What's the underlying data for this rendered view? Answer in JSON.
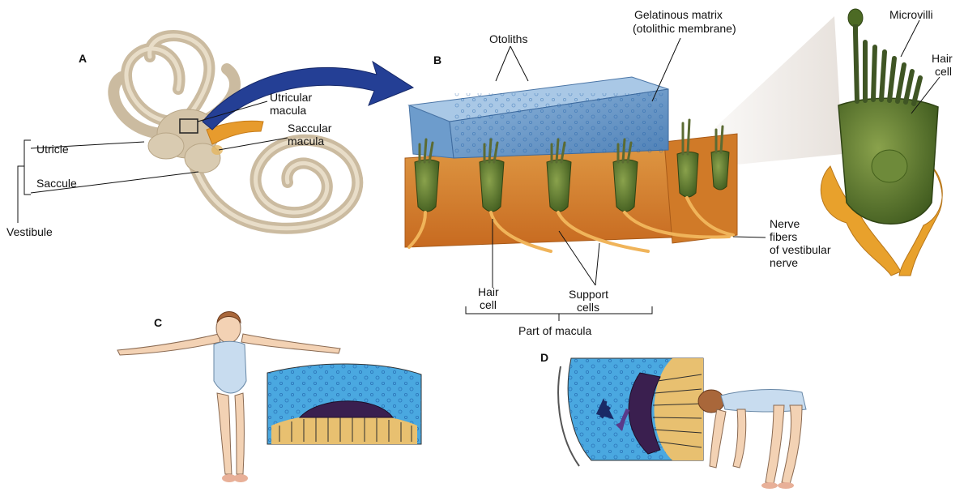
{
  "panels": {
    "a": "A",
    "b": "B",
    "c": "C",
    "d": "D"
  },
  "labels": {
    "utricle": "Utricle",
    "saccule": "Saccule",
    "vestibule": "Vestibule",
    "utricular_macula_1": "Utricular",
    "utricular_macula_2": "macula",
    "saccular_macula_1": "Saccular",
    "saccular_macula_2": "macula",
    "otoliths": "Otoliths",
    "gelatinous_1": "Gelatinous matrix",
    "gelatinous_2": "(otolithic membrane)",
    "microvilli": "Microvilli",
    "hair_cell_zoom_1": "Hair",
    "hair_cell_zoom_2": "cell",
    "nerve_1": "Nerve",
    "nerve_2": "fibers",
    "nerve_3": "of vestibular",
    "nerve_4": "nerve",
    "hair_cell_1": "Hair",
    "hair_cell_2": "cell",
    "support_1": "Support",
    "support_2": "cells",
    "part_of_macula": "Part of macula"
  },
  "colors": {
    "bone": "#d6c7ad",
    "gel": "#7fa8cf",
    "tissue": "#d9862f",
    "hair_cell": "#5c7a2e",
    "nerve": "#e7a43a",
    "arrow": "#1f3b8f",
    "fluid": "#4aa8e0"
  }
}
